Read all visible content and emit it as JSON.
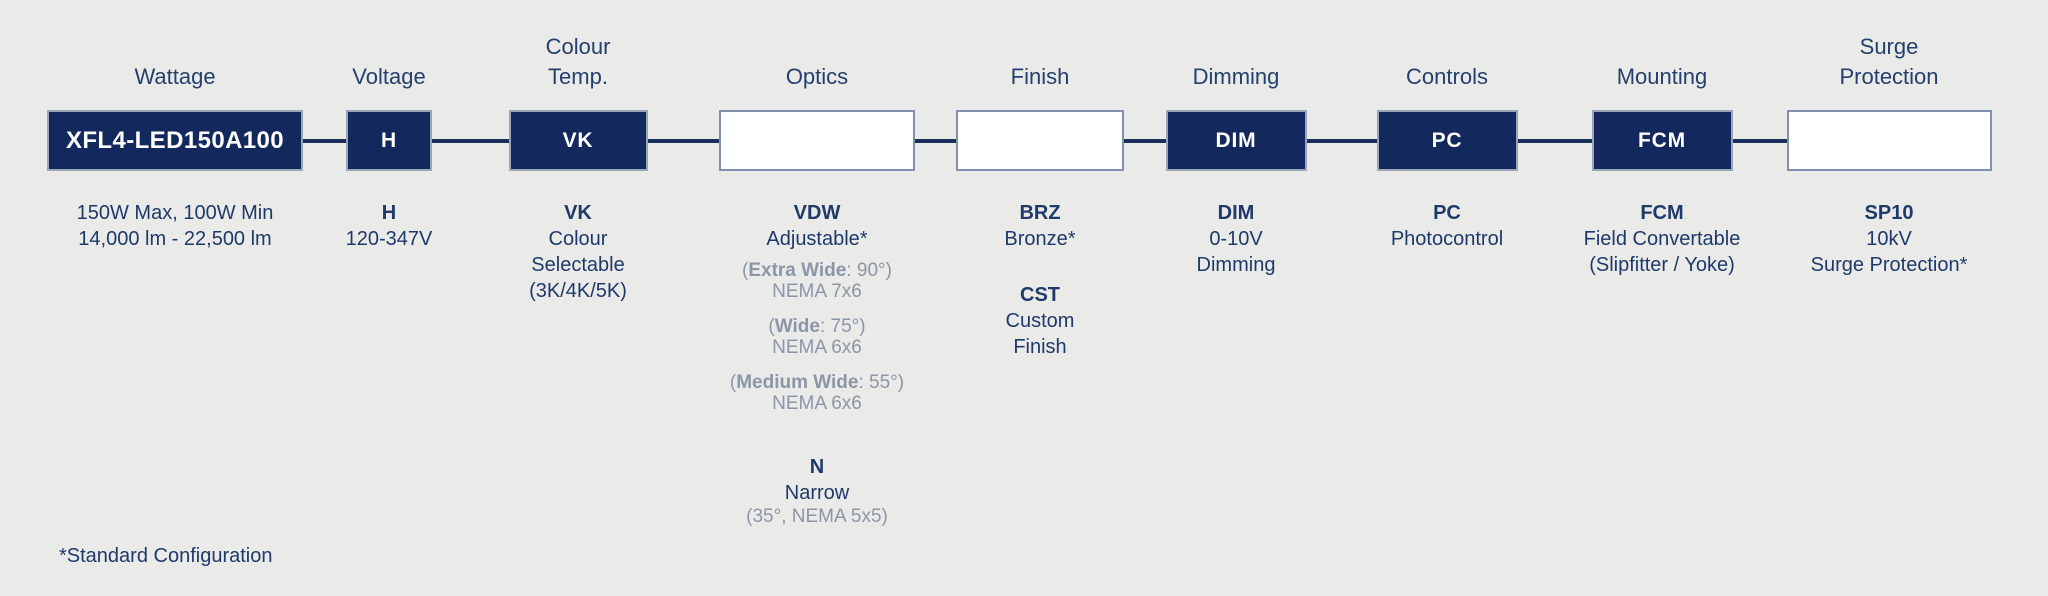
{
  "colors": {
    "background": "#eaeae8",
    "navy_box_fill": "#13285c",
    "navy_text": "#1e3a6a",
    "gray_text": "#8d96a8",
    "white_box_border": "#8090ad",
    "connector_line": "#1b2f5c"
  },
  "footnote": "*Standard Configuration",
  "columns": [
    {
      "id": "wattage",
      "header": [
        "Wattage"
      ],
      "code": "XFL4-LED150A100",
      "box_type": "filled",
      "details": [
        {
          "style": "navy",
          "text": "150W Max, 100W Min"
        },
        {
          "style": "navy",
          "text": "14,000 lm - 22,500 lm"
        }
      ]
    },
    {
      "id": "voltage",
      "header": [
        "Voltage"
      ],
      "code": "H",
      "box_type": "filled",
      "details": [
        {
          "style": "code",
          "text": "H"
        },
        {
          "style": "navy",
          "text": "120-347V"
        }
      ]
    },
    {
      "id": "colour-temp",
      "header": [
        "Colour",
        "Temp."
      ],
      "code": "VK",
      "box_type": "filled",
      "details": [
        {
          "style": "code",
          "text": "VK"
        },
        {
          "style": "navy",
          "text": "Colour"
        },
        {
          "style": "navy",
          "text": "Selectable"
        },
        {
          "style": "navy",
          "text": "(3K/4K/5K)"
        }
      ]
    },
    {
      "id": "optics",
      "header": [
        "Optics"
      ],
      "code": "",
      "box_type": "empty",
      "details": [
        {
          "style": "code",
          "text": "VDW"
        },
        {
          "style": "navy",
          "text": "Adjustable*"
        },
        {
          "style": "gray-mixed",
          "pre": "(",
          "bold": "Extra Wide",
          "post": ": 90°)"
        },
        {
          "style": "gray",
          "text": "NEMA 7x6"
        },
        {
          "style": "gray-mixed",
          "pre": "(",
          "bold": "Wide",
          "post": ": 75°)"
        },
        {
          "style": "gray",
          "text": "NEMA 6x6"
        },
        {
          "style": "gray-mixed",
          "pre": "(",
          "bold": "Medium Wide",
          "post": ": 55°)"
        },
        {
          "style": "gray",
          "text": "NEMA 6x6"
        },
        {
          "style": "code",
          "text": "N"
        },
        {
          "style": "navy",
          "text": "Narrow"
        },
        {
          "style": "gray",
          "text": "(35°, NEMA 5x5)"
        }
      ]
    },
    {
      "id": "finish",
      "header": [
        "Finish"
      ],
      "code": "",
      "box_type": "empty",
      "details": [
        {
          "style": "code",
          "text": "BRZ"
        },
        {
          "style": "navy",
          "text": "Bronze*"
        },
        {
          "style": "code",
          "text": "CST"
        },
        {
          "style": "navy",
          "text": "Custom"
        },
        {
          "style": "navy",
          "text": "Finish"
        }
      ]
    },
    {
      "id": "dimming",
      "header": [
        "Dimming"
      ],
      "code": "DIM",
      "box_type": "filled",
      "details": [
        {
          "style": "code",
          "text": "DIM"
        },
        {
          "style": "navy",
          "text": "0-10V"
        },
        {
          "style": "navy",
          "text": "Dimming"
        }
      ]
    },
    {
      "id": "controls",
      "header": [
        "Controls"
      ],
      "code": "PC",
      "box_type": "filled",
      "details": [
        {
          "style": "code",
          "text": "PC"
        },
        {
          "style": "navy",
          "text": "Photocontrol"
        }
      ]
    },
    {
      "id": "mounting",
      "header": [
        "Mounting"
      ],
      "code": "FCM",
      "box_type": "filled",
      "details": [
        {
          "style": "code",
          "text": "FCM"
        },
        {
          "style": "navy",
          "text": "Field Convertable"
        },
        {
          "style": "navy",
          "text": "(Slipfitter / Yoke)"
        }
      ]
    },
    {
      "id": "surge-protection",
      "header": [
        "Surge",
        "Protection"
      ],
      "code": "",
      "box_type": "empty",
      "details": [
        {
          "style": "code",
          "text": "SP10"
        },
        {
          "style": "navy",
          "text": "10kV"
        },
        {
          "style": "navy",
          "text": "Surge Protection*"
        }
      ]
    }
  ]
}
